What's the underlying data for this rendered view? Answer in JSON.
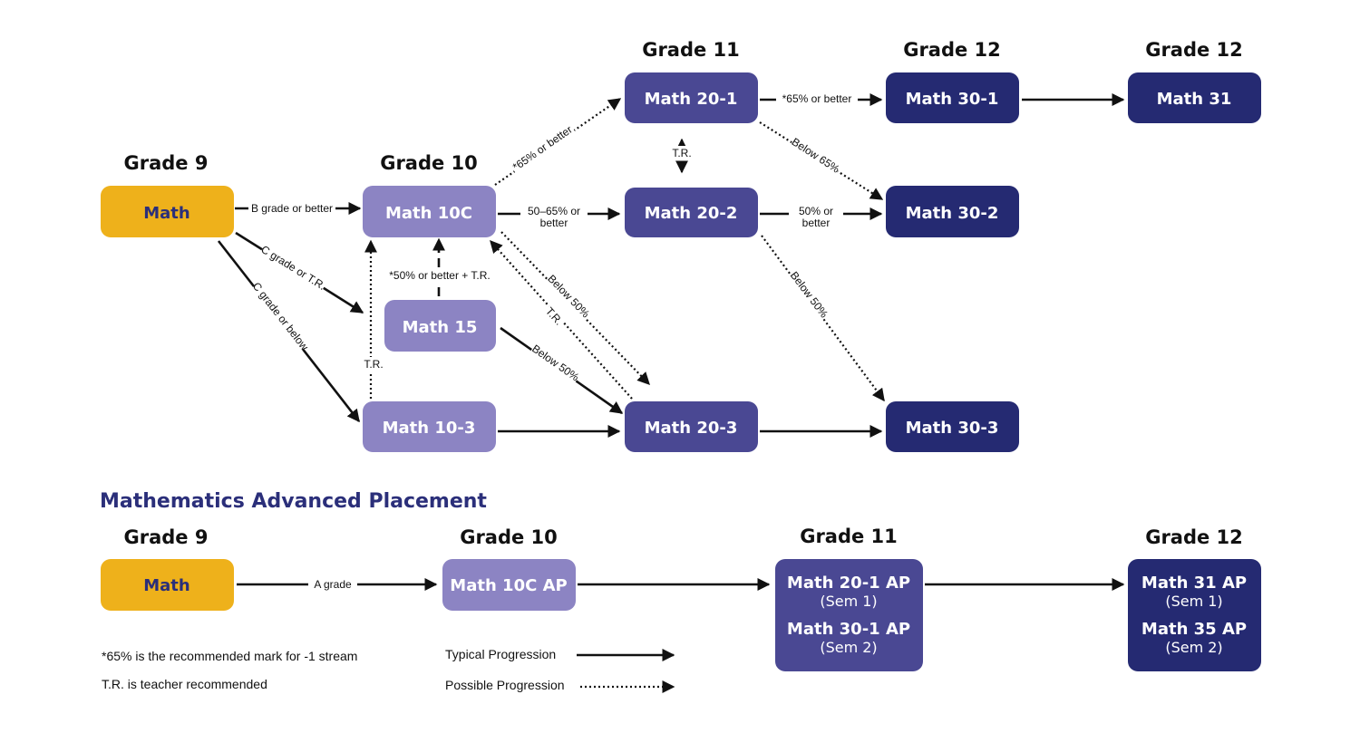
{
  "main": {
    "grades": {
      "g9": "Grade 9",
      "g10": "Grade 10",
      "g11": "Grade 11",
      "g12a": "Grade 12",
      "g12b": "Grade 12"
    },
    "nodes": {
      "math9": "Math",
      "math10c": "Math 10C",
      "math15": "Math 15",
      "math103": "Math 10-3",
      "math201": "Math 20-1",
      "math202": "Math 20-2",
      "math203": "Math 20-3",
      "math301": "Math 30-1",
      "math302": "Math 30-2",
      "math303": "Math 30-3",
      "math31": "Math 31"
    },
    "edges": {
      "math9_to_10c": "B grade or better",
      "math9_to_15": "C grade or T.R.",
      "math9_to_103": "C grade or below",
      "math15_to_10c": "*50% or better + T.R.",
      "math103_to_10c": "T.R.",
      "math10c_to_201": "*65% or better",
      "math10c_to_202_line1": "50–65% or",
      "math10c_to_202_line2": "better",
      "math10c_to_203": "Below 50%",
      "math203_to_10c": "T.R.",
      "math15_to_203": "Below 50%",
      "math201_202": "T.R.",
      "math201_to_301": "*65% or better",
      "math201_to_302": "Below 65%",
      "math202_to_302_line1": "50% or",
      "math202_to_302_line2": "better",
      "math202_to_303": "Below 50%"
    }
  },
  "ap": {
    "title": "Mathematics Advanced Placement",
    "grades": {
      "g9": "Grade 9",
      "g10": "Grade 10",
      "g11": "Grade 11",
      "g12": "Grade 12"
    },
    "nodes": {
      "math9": "Math",
      "math10cap": "Math 10C AP",
      "math201ap": "Math 20-1 AP",
      "math201ap_sem": "(Sem 1)",
      "math301ap": "Math 30-1 AP",
      "math301ap_sem": "(Sem 2)",
      "math31ap": "Math 31 AP",
      "math31ap_sem": "(Sem 1)",
      "math35ap": "Math 35 AP",
      "math35ap_sem": "(Sem 2)"
    },
    "edges": {
      "math9_to_10cap": "A grade"
    }
  },
  "notes": {
    "note1": "*65% is the recommended mark for -1 stream",
    "note2": "T.R. is teacher recommended"
  },
  "legend": {
    "typical": "Typical Progression",
    "possible": "Possible Progression"
  },
  "colors": {
    "grade9": "#eeb11b",
    "grade10": "#8c84c3",
    "grade11": "#4a4893",
    "grade12": "#252a72",
    "title": "#2b2f7a"
  }
}
